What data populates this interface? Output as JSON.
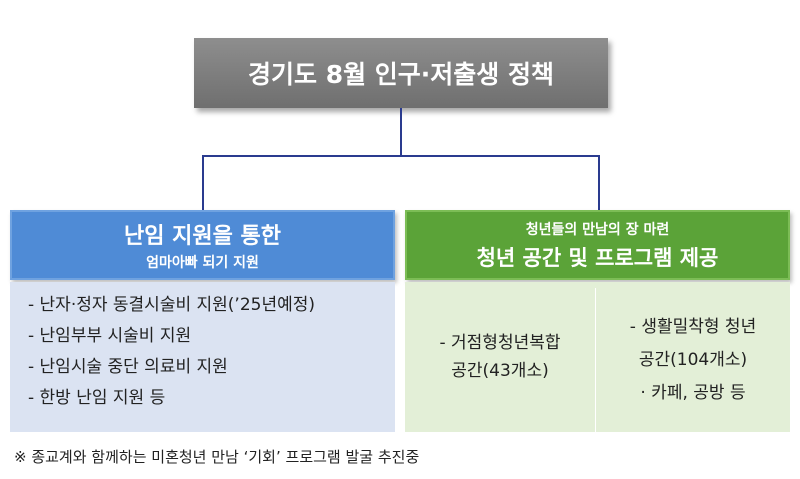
{
  "title": "경기도 8월 인구·저출생 정책",
  "left": {
    "heading_line1": "난임 지원을 통한",
    "heading_line2": "엄마아빠 되기 지원",
    "items": [
      "- 난자·정자 동결시술비 지원(’25년예정)",
      "- 난임부부 시술비 지원",
      "- 난임시술 중단 의료비 지원",
      "- 한방 난임 지원 등"
    ]
  },
  "right": {
    "heading_line1": "청년들의 만남의 장 마련",
    "heading_line2": "청년 공간 및 프로그램 제공",
    "col1_line1": "- 거점형청년복합",
    "col1_line2": "공간(43개소)",
    "col2_line1": "- 생활밀착형 청년",
    "col2_line2": "공간(104개소)",
    "col2_line3": "· 카페, 공방 등"
  },
  "footnote": "※ 종교계와 함께하는 미혼청년 만남 ‘기회’ 프로그램 발굴 추진중",
  "colors": {
    "title_bg": "#7f7f7f",
    "left_head_bg": "#4f8bd6",
    "left_body_bg": "#dbe3f2",
    "right_head_bg": "#5ba338",
    "right_body_bg": "#e3efd7",
    "connector": "#2a3b8f"
  }
}
